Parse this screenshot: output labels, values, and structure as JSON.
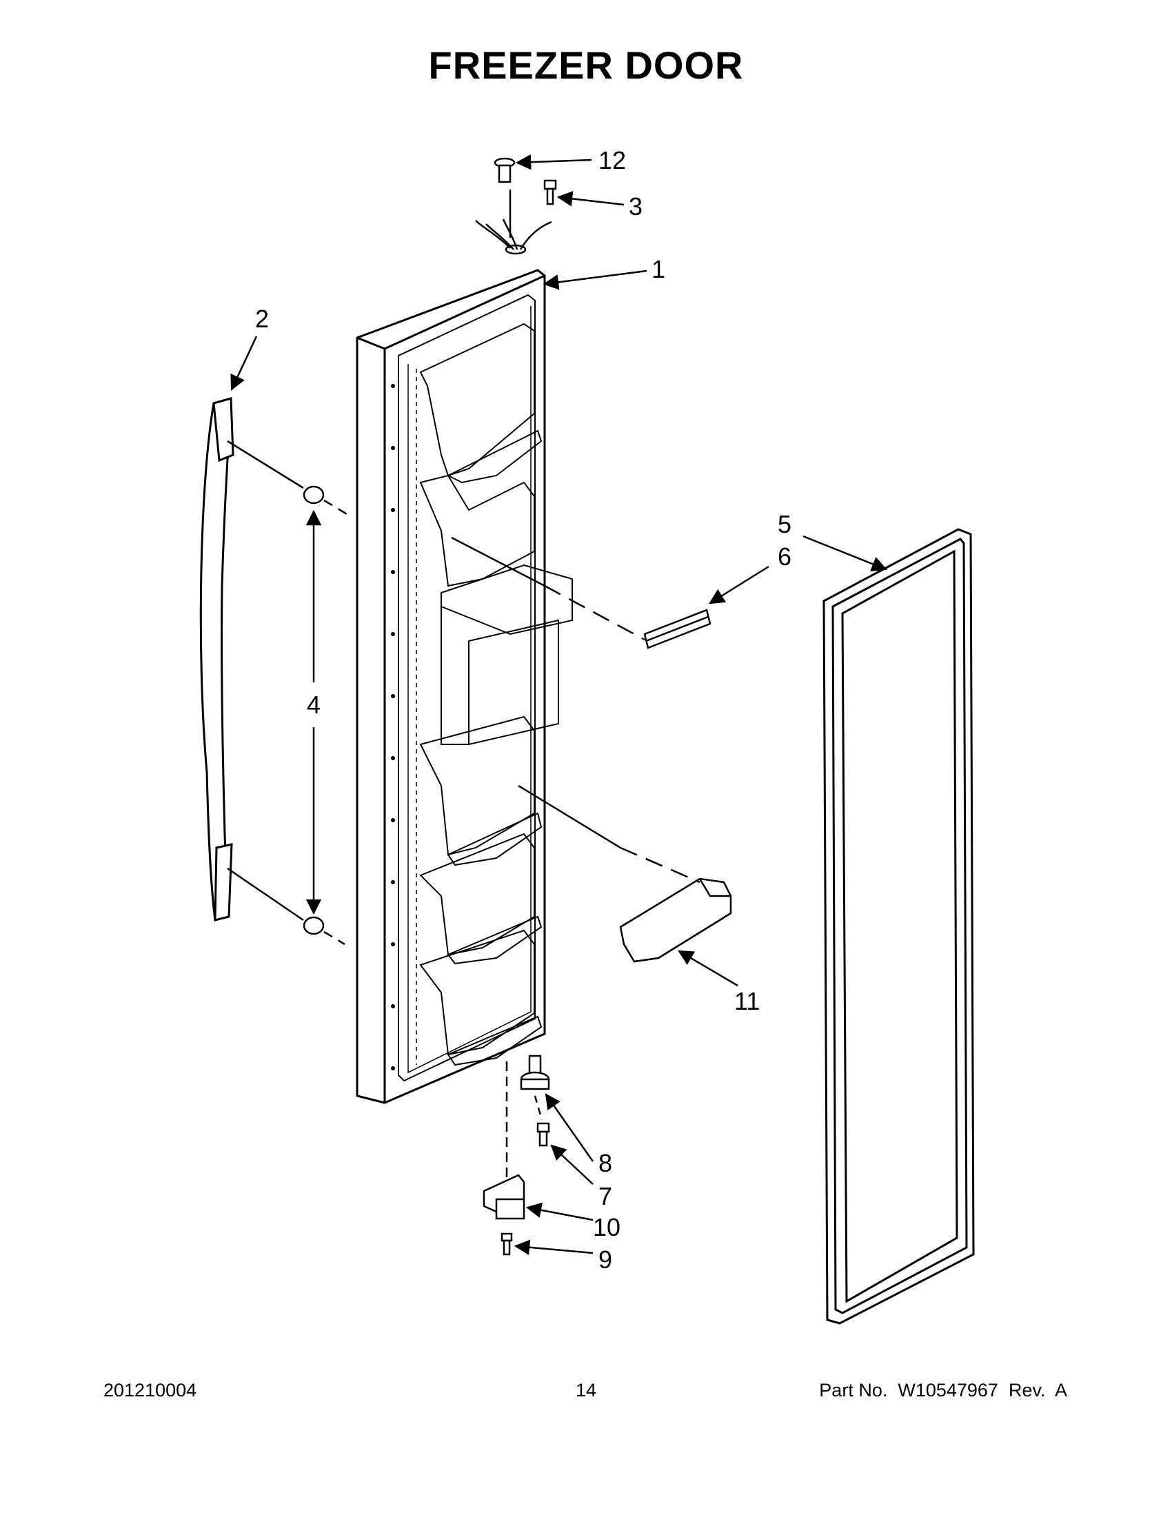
{
  "title": "FREEZER DOOR",
  "footer": {
    "code": "201210004",
    "page_number": "14",
    "part_no": "Part No.  W10547967  Rev.  A"
  },
  "callouts": {
    "c1": "1",
    "c2": "2",
    "c3": "3",
    "c4": "4",
    "c5": "5",
    "c6": "6",
    "c7": "7",
    "c8": "8",
    "c9": "9",
    "c10": "10",
    "c11": "11",
    "c12": "12"
  }
}
